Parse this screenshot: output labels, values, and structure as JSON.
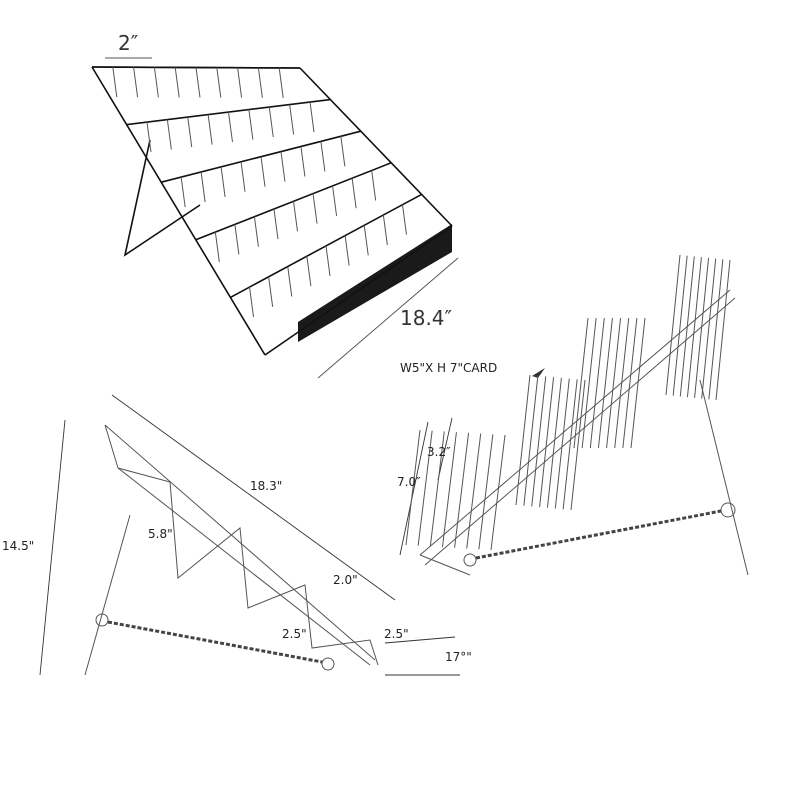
{
  "top_view": {
    "width_slot_label": "2″",
    "length_label": "18.4″"
  },
  "side_view": {
    "length_label": "18.3\"",
    "height_label": "14.5\"",
    "pocket_height_label": "5.8\"",
    "tier_rise_label": "2.0\"",
    "depth_label": "2.5\"",
    "front_lip_label": "2.5\"",
    "angle_label": "17°\""
  },
  "card_view": {
    "card_label": "W5\"X H 7\"CARD",
    "fin_height_label": "3.2″",
    "pocket_height_label": "7.0″"
  },
  "colors": {
    "wire": "#111111",
    "panel": "#1a1a1a",
    "dimension": "#333333"
  }
}
